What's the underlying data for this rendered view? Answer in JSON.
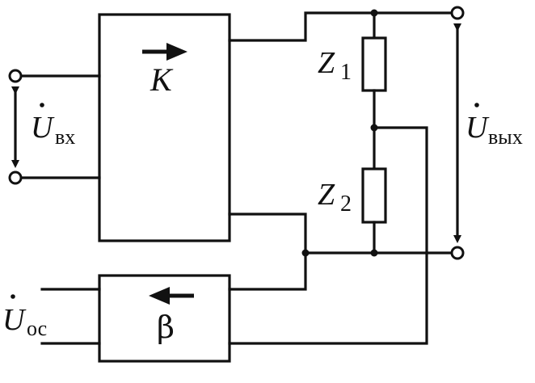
{
  "diagram": {
    "amplifier": {
      "label": "K"
    },
    "feedback": {
      "label": "β"
    },
    "resistors": [
      {
        "name": "Z",
        "sub": "1"
      },
      {
        "name": "Z",
        "sub": "2"
      }
    ],
    "voltages": {
      "input": {
        "symbol": "U",
        "sub": "вх"
      },
      "output": {
        "symbol": "U",
        "sub": "вых"
      },
      "feedback": {
        "symbol": "U",
        "sub": "ос"
      }
    },
    "colors": {
      "ink": "#111111",
      "background": "#ffffff"
    }
  }
}
